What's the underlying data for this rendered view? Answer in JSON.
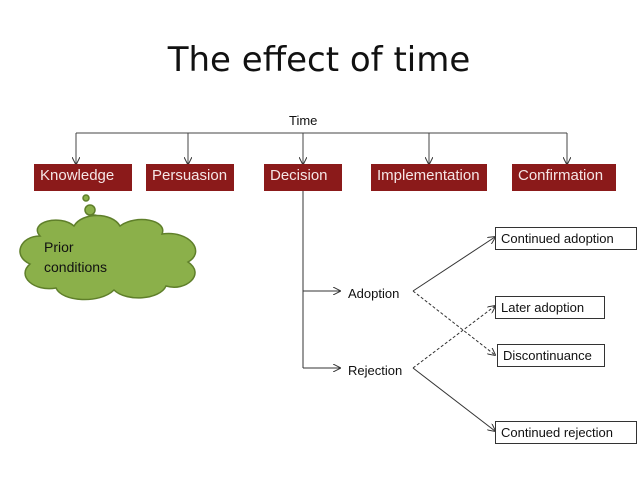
{
  "title": "The effect of time",
  "time_label": "Time",
  "stages": [
    {
      "label": "Knowledge",
      "visible": "Knowledg\ne"
    },
    {
      "label": "Persuasion",
      "visible": "Persuasi\non"
    },
    {
      "label": "Decision",
      "visible": "Decisio\nn"
    },
    {
      "label": "Implementation",
      "visible": "Implementati\non"
    },
    {
      "label": "Confirmation",
      "visible": "Confirmatio\nn"
    }
  ],
  "cloud": {
    "text": "Prior\nconditions",
    "color": "#8bb04a"
  },
  "decision_branches": {
    "adoption": "Adoption",
    "rejection": "Rejection"
  },
  "outcomes": {
    "continued_adoption": "Continued adoption",
    "later_adoption": "Later adoption",
    "discontinuance": "Discontinuance",
    "continued_rejection": "Continued rejection"
  },
  "colors": {
    "stage_fill": "#8b1a1a",
    "stage_text": "#f5e6e6",
    "line": "#333333"
  }
}
